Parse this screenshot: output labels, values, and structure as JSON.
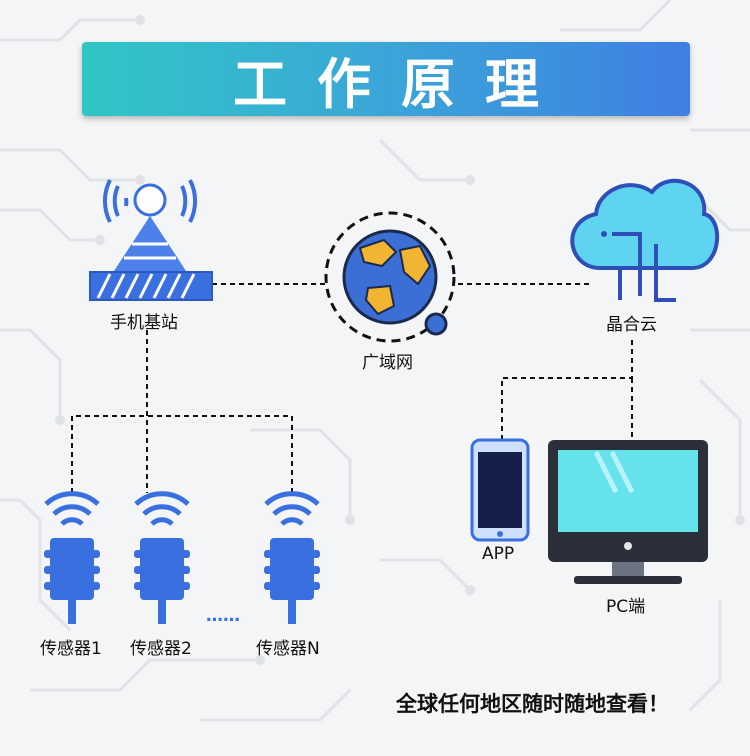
{
  "banner": {
    "title": "工作原理"
  },
  "nodes": {
    "base_station": "手机基站",
    "wan": "广域网",
    "cloud": "晶合云",
    "app": "APP",
    "pc": "PC端",
    "sensor_1": "传感器1",
    "sensor_2": "传感器2",
    "sensor_n": "传感器N",
    "ellipsis": "……"
  },
  "tagline": "全球任何地区随时随地查看！",
  "colors": {
    "banner_start": "#2fc6c4",
    "banner_end": "#3f7fe3",
    "device_blue": "#3a6fe0",
    "globe_ocean": "#3b6fd6",
    "globe_land": "#f2b533",
    "cloud_fill": "#5ed4f0",
    "dashed_line": "#111111"
  }
}
